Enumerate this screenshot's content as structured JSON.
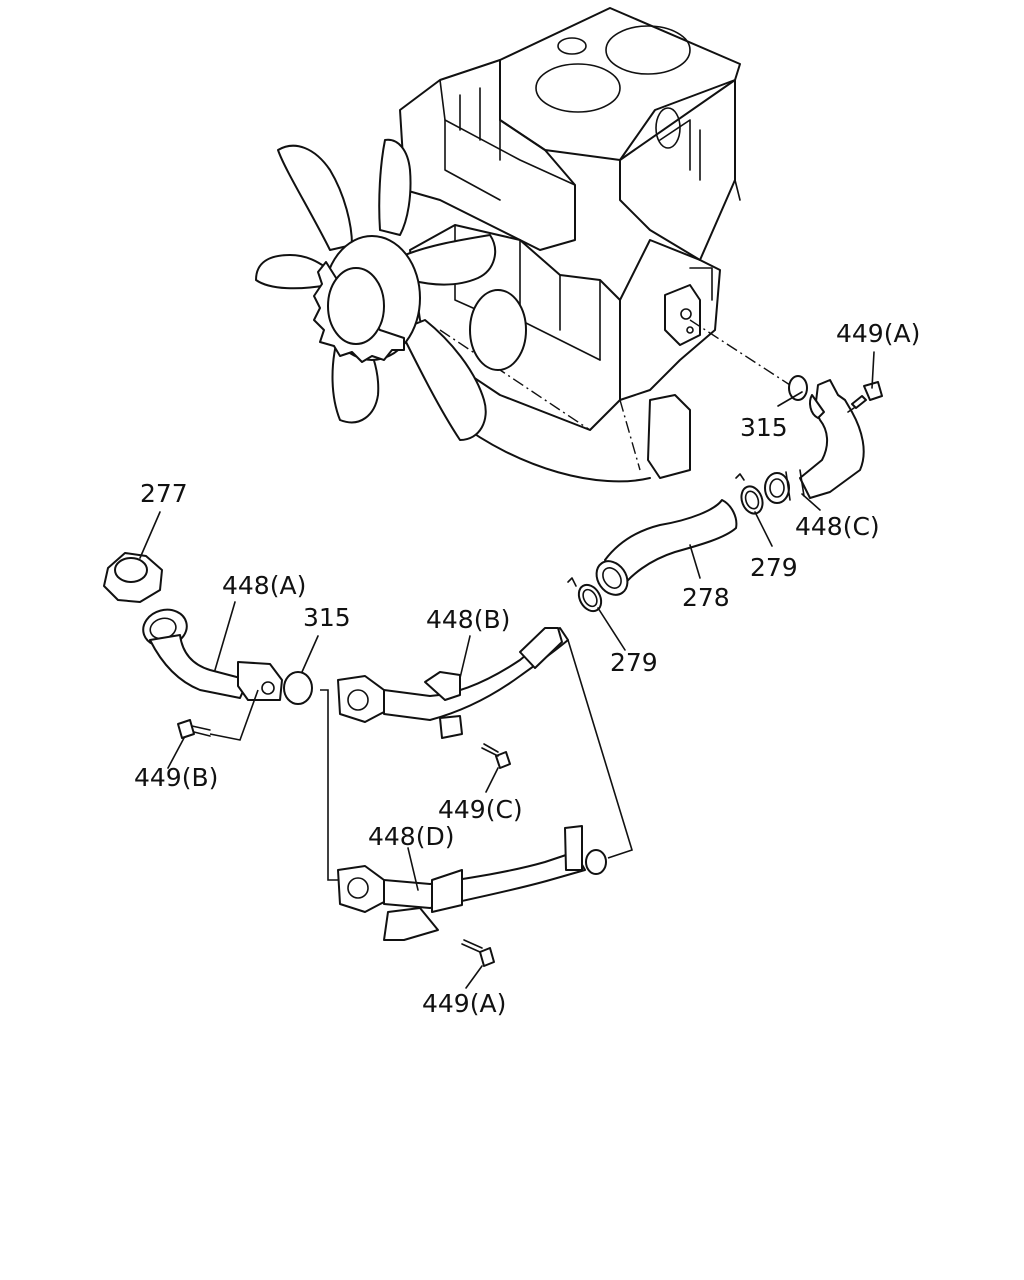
{
  "callouts": {
    "p449A_top": "449(A)",
    "p315_top": "315",
    "p448C": "448(C)",
    "p279_upper": "279",
    "p278": "278",
    "p279_lower": "279",
    "p277": "277",
    "p448A": "448(A)",
    "p315_left": "315",
    "p448B": "448(B)",
    "p449B": "449(B)",
    "p449C": "449(C)",
    "p448D": "448(D)",
    "p449A_bottom": "449(A)"
  }
}
